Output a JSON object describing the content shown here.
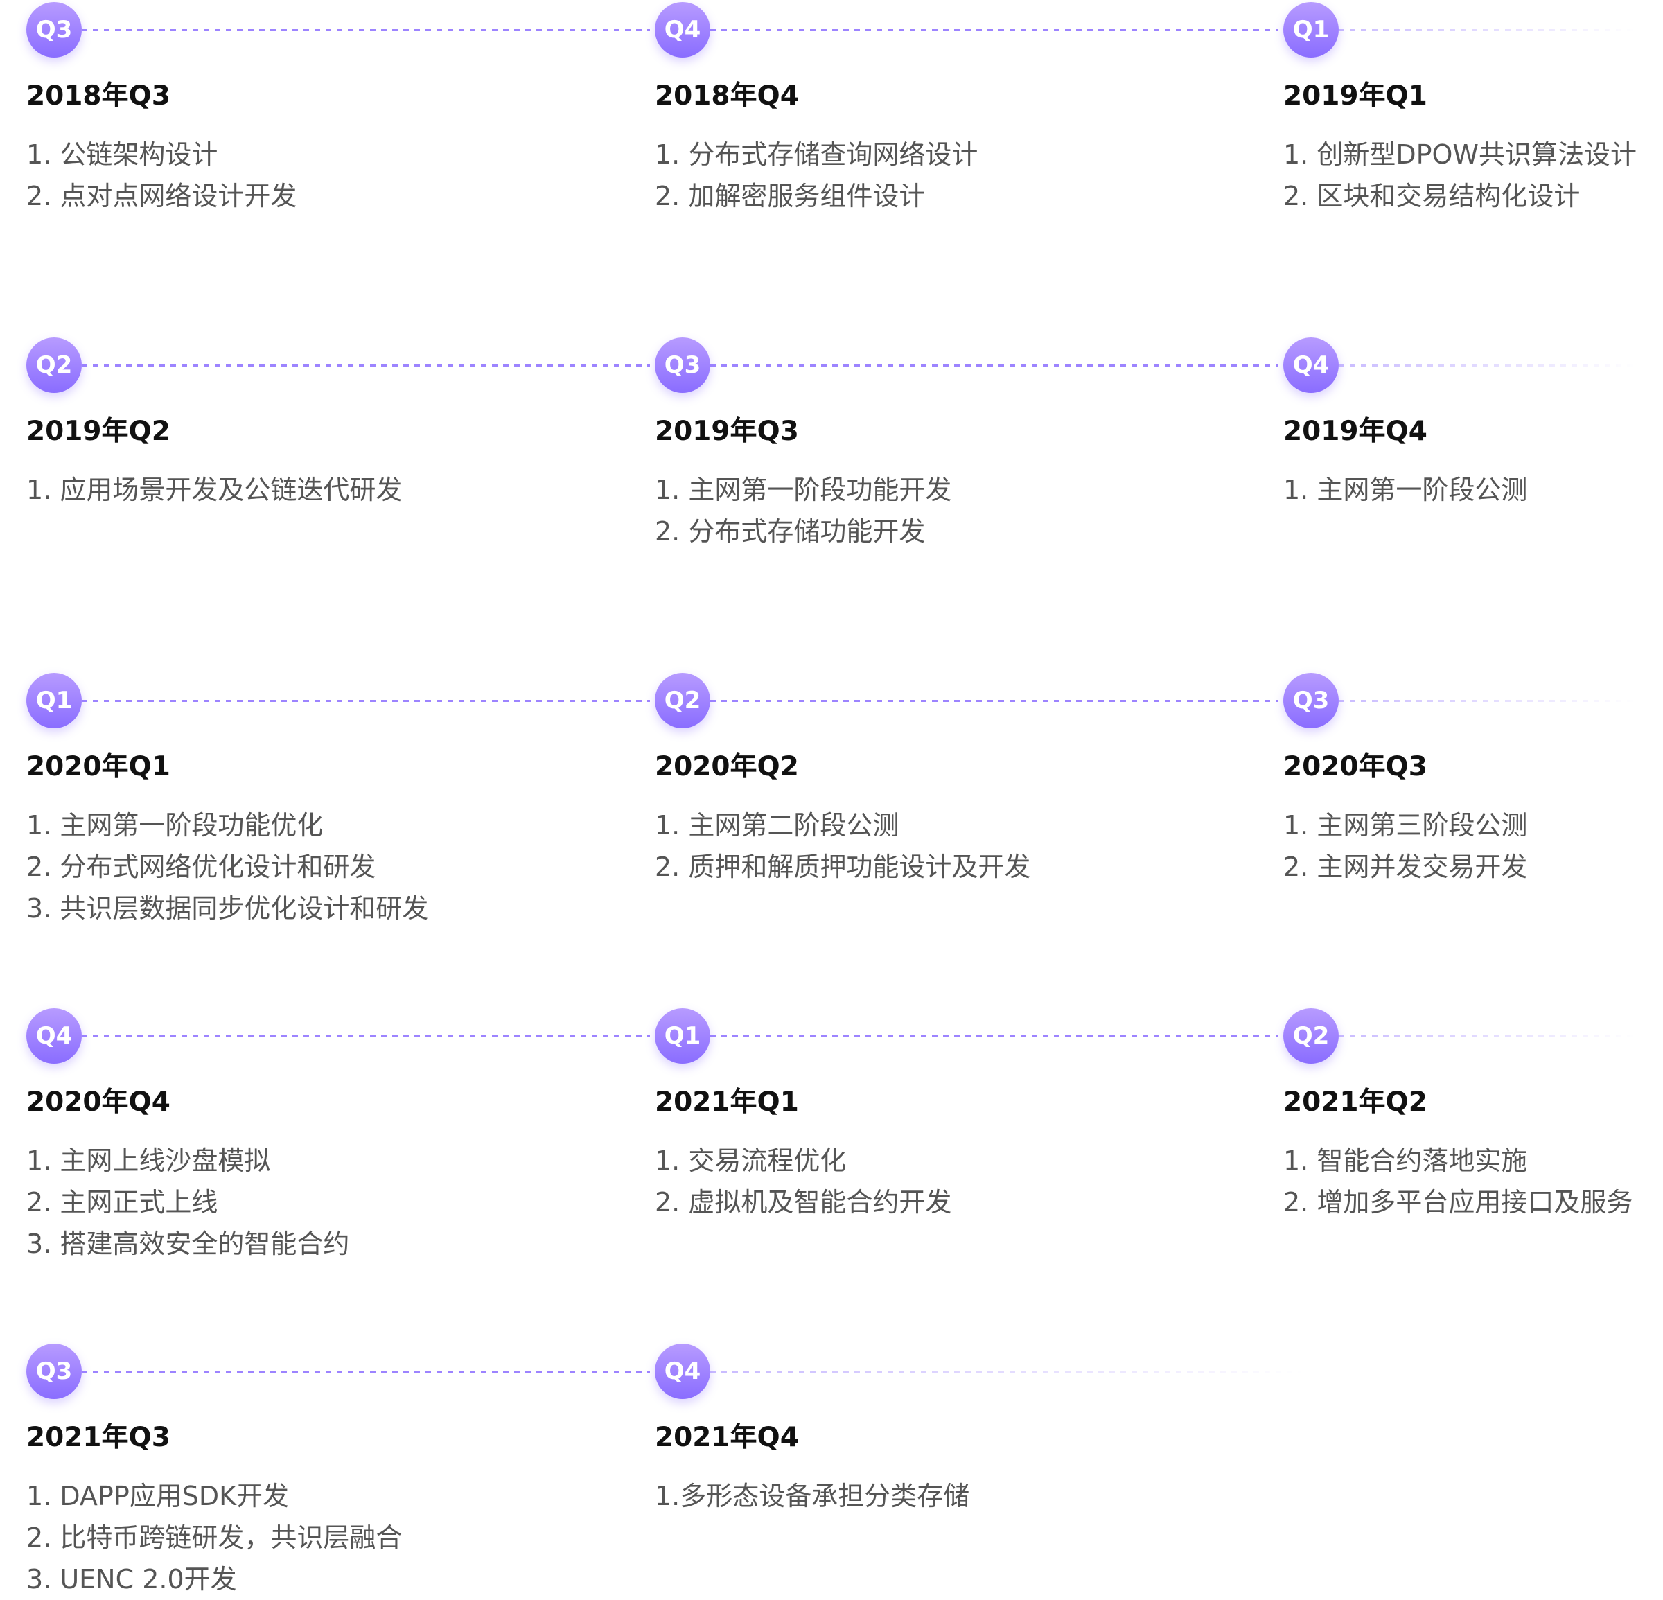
{
  "milestones": [
    {
      "badge": "Q3",
      "period": "2018年Q3",
      "items": [
        "1. 公链架构设计",
        "2. 点对点网络设计开发"
      ]
    },
    {
      "badge": "Q4",
      "period": "2018年Q4",
      "items": [
        "1. 分布式存储查询网络设计",
        "2. 加解密服务组件设计"
      ]
    },
    {
      "badge": "Q1",
      "period": "2019年Q1",
      "items": [
        "1. 创新型DPOW共识算法设计",
        "2. 区块和交易结构化设计"
      ]
    },
    {
      "badge": "Q2",
      "period": "2019年Q2",
      "items": [
        "1. 应用场景开发及公链迭代研发"
      ]
    },
    {
      "badge": "Q3",
      "period": "2019年Q3",
      "items": [
        "1. 主网第一阶段功能开发",
        "2. 分布式存储功能开发"
      ]
    },
    {
      "badge": "Q4",
      "period": "2019年Q4",
      "items": [
        "1. 主网第一阶段公测"
      ]
    },
    {
      "badge": "Q1",
      "period": "2020年Q1",
      "items": [
        "1. 主网第一阶段功能优化",
        "2. 分布式网络优化设计和研发",
        "3. 共识层数据同步优化设计和研发"
      ]
    },
    {
      "badge": "Q2",
      "period": "2020年Q2",
      "items": [
        "1. 主网第二阶段公测",
        "2. 质押和解质押功能设计及开发"
      ]
    },
    {
      "badge": "Q3",
      "period": "2020年Q3",
      "items": [
        "1. 主网第三阶段公测",
        "2. 主网并发交易开发"
      ]
    },
    {
      "badge": "Q4",
      "period": "2020年Q4",
      "items": [
        "1. 主网上线沙盘模拟",
        "2. 主网正式上线",
        "3. 搭建高效安全的智能合约"
      ]
    },
    {
      "badge": "Q1",
      "period": "2021年Q1",
      "items": [
        "1. 交易流程优化",
        "2. 虚拟机及智能合约开发"
      ]
    },
    {
      "badge": "Q2",
      "period": "2021年Q2",
      "items": [
        "1. 智能合约落地实施",
        "2. 增加多平台应用接口及服务"
      ]
    },
    {
      "badge": "Q3",
      "period": "2021年Q3",
      "items": [
        "1. DAPP应用SDK开发",
        "2. 比特币跨链研发，共识层融合",
        "3. UENC 2.0开发"
      ]
    },
    {
      "badge": "Q4",
      "period": "2021年Q4",
      "items": [
        "1.多形态设备承担分类存储"
      ]
    }
  ],
  "colors": {
    "badge_top": "#b79bff",
    "badge_bottom": "#8a6dff",
    "dash": "#9d84ff",
    "heading": "#111111",
    "body_text": "#555555"
  }
}
